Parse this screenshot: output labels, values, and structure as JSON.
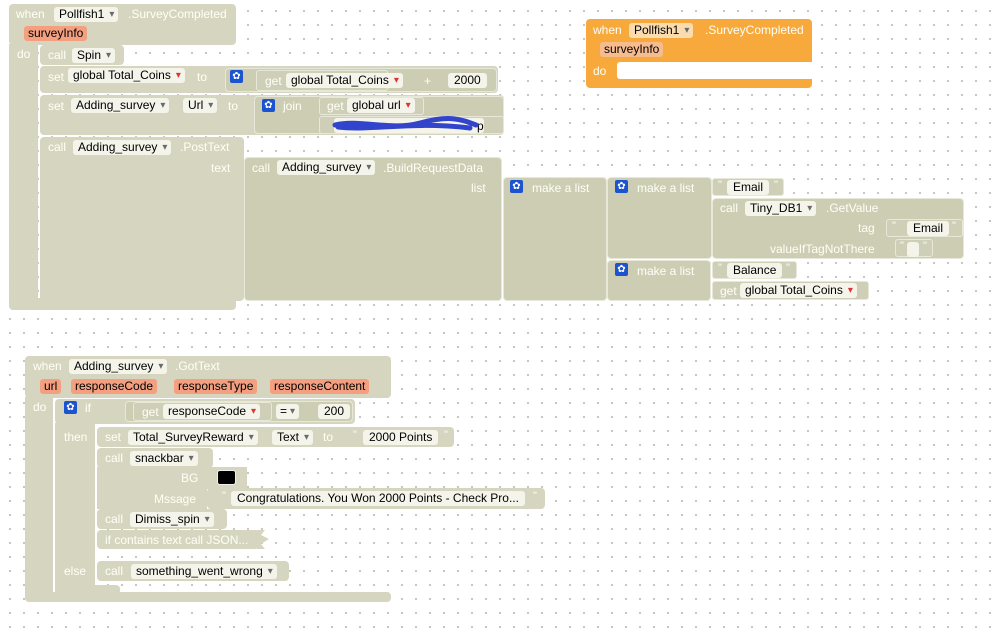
{
  "event1": {
    "when": "when",
    "component": "Pollfish1",
    "event": ".SurveyCompleted",
    "param": "surveyInfo",
    "do": "do",
    "call": "call",
    "spin": "Spin",
    "set": "set",
    "to": "to",
    "global_total_coins": "global Total_Coins",
    "get": "get",
    "plus": "+",
    "amount": "2000",
    "adding_survey": "Adding_survey",
    "url": "Url",
    "join": "join",
    "global_url": "global url",
    "url_tail": "p",
    "post_text": ".PostText",
    "text": "text",
    "build_request": ".BuildRequestData",
    "list": "list",
    "make_a_list": "make a list",
    "email": "Email",
    "tiny_db": "Tiny_DB1",
    "get_value": ".GetValue",
    "tag": "tag",
    "value_if_tag_not_there": "valueIfTagNotThere",
    "balance": "Balance"
  },
  "event_collapsed": {
    "when": "when",
    "component": "Pollfish1",
    "event": ".SurveyCompleted",
    "param": "surveyInfo",
    "do": "do"
  },
  "event2": {
    "when": "when",
    "component": "Adding_survey",
    "event": ".GotText",
    "params": [
      "url",
      "responseCode",
      "responseType",
      "responseContent"
    ],
    "do": "do",
    "if": "if",
    "then": "then",
    "else": "else",
    "get": "get",
    "response_code": "responseCode",
    "eq": "=",
    "code": "200",
    "set": "set",
    "reward": "Total_SurveyReward",
    "text_prop": "Text",
    "to": "to",
    "points": "2000 Points",
    "call": "call",
    "snackbar": "snackbar",
    "bg": "BG",
    "message_label": "Mssage",
    "message": "Congratulations. You Won 2000 Points - Check Pro...",
    "dismiss": "Dimiss_spin",
    "collapsed": "if contains text call JSON...",
    "went_wrong": "something_went_wrong"
  },
  "colors": {
    "block": "#d6d6c0",
    "orange": "#f7a93c",
    "param": "#f4a080",
    "gear": "#1b53d0",
    "scribble": "#3344cc"
  }
}
